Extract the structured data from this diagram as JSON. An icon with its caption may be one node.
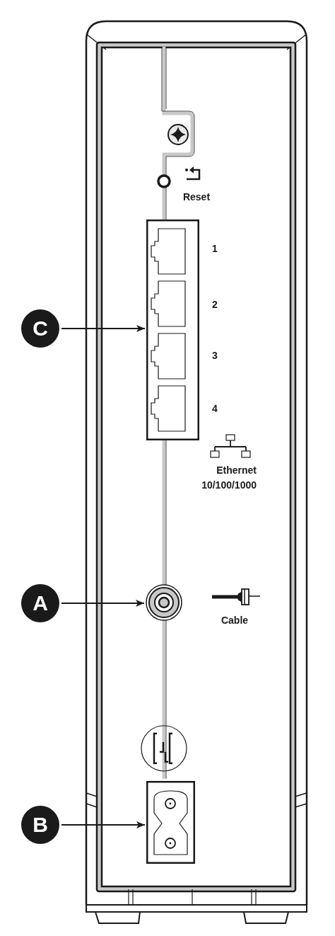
{
  "diagram": {
    "nodes": [
      {
        "text": [
          "C"
        ]
      },
      {
        "text": [],
        "shape": "box"
      },
      {
        "text": [
          "A"
        ]
      },
      {
        "text": [],
        "shape": "circle"
      },
      {
        "text": [
          "B"
        ]
      },
      {
        "text": [],
        "shape": "box"
      }
    ],
    "edges": [
      {
        "from": 0,
        "to": 1,
        "arrow": "to"
      },
      {
        "from": 2,
        "to": 3,
        "arrow": "to"
      },
      {
        "from": 4,
        "to": 5,
        "arrow": "to"
      }
    ],
    "labels": [
      "Reset",
      "1",
      "2",
      "3",
      "4",
      "Ethernet 10/100/1000",
      "Cable"
    ]
  }
}
